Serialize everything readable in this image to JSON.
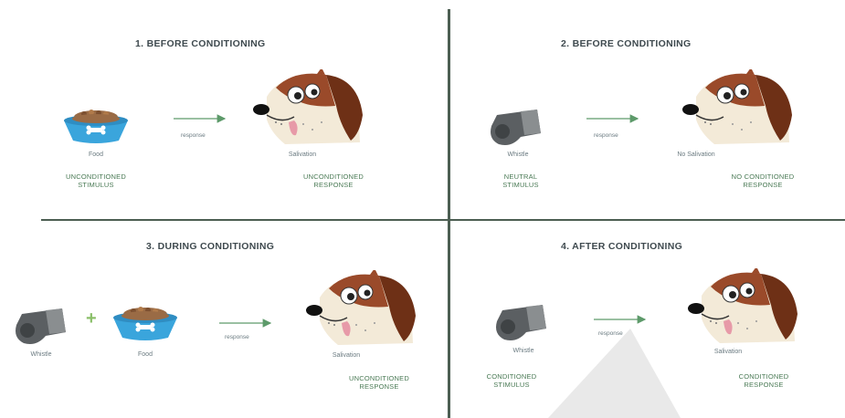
{
  "panels": [
    {
      "title": "1. BEFORE CONDITIONING",
      "items": {
        "bowl": "Food",
        "dog": "Salivation"
      },
      "arrow_label": "response",
      "left_category": "UNCONDITIONED\nSTIMULUS",
      "right_category": "UNCONDITIONED\nRESPONSE"
    },
    {
      "title": "2. BEFORE CONDITIONING",
      "items": {
        "whistle": "Whistle",
        "dog": "No Salivation"
      },
      "arrow_label": "response",
      "left_category": "NEUTRAL\nSTIMULUS",
      "right_category": "NO CONDITIONED\nRESPONSE"
    },
    {
      "title": "3. DURING CONDITIONING",
      "items": {
        "whistle": "Whistle",
        "plus": "+",
        "bowl": "Food",
        "dog": "Salivation"
      },
      "arrow_label": "response",
      "right_category": "UNCONDITIONED\nRESPONSE"
    },
    {
      "title": "4. AFTER CONDITIONING",
      "items": {
        "whistle": "Whistle",
        "dog": "Salivation"
      },
      "arrow_label": "response",
      "left_category": "CONDITIONED\nSTIMULUS",
      "right_category": "CONDITIONED\nRESPONSE"
    }
  ],
  "colors": {
    "divider": "#4c5e52",
    "arrow": "#5d9a6a",
    "label_green": "#4a7a55",
    "bowl_blue": "#3aa5dc",
    "dog_brown": "#9a4a2a",
    "whistle_gray": "#5b5f62"
  }
}
